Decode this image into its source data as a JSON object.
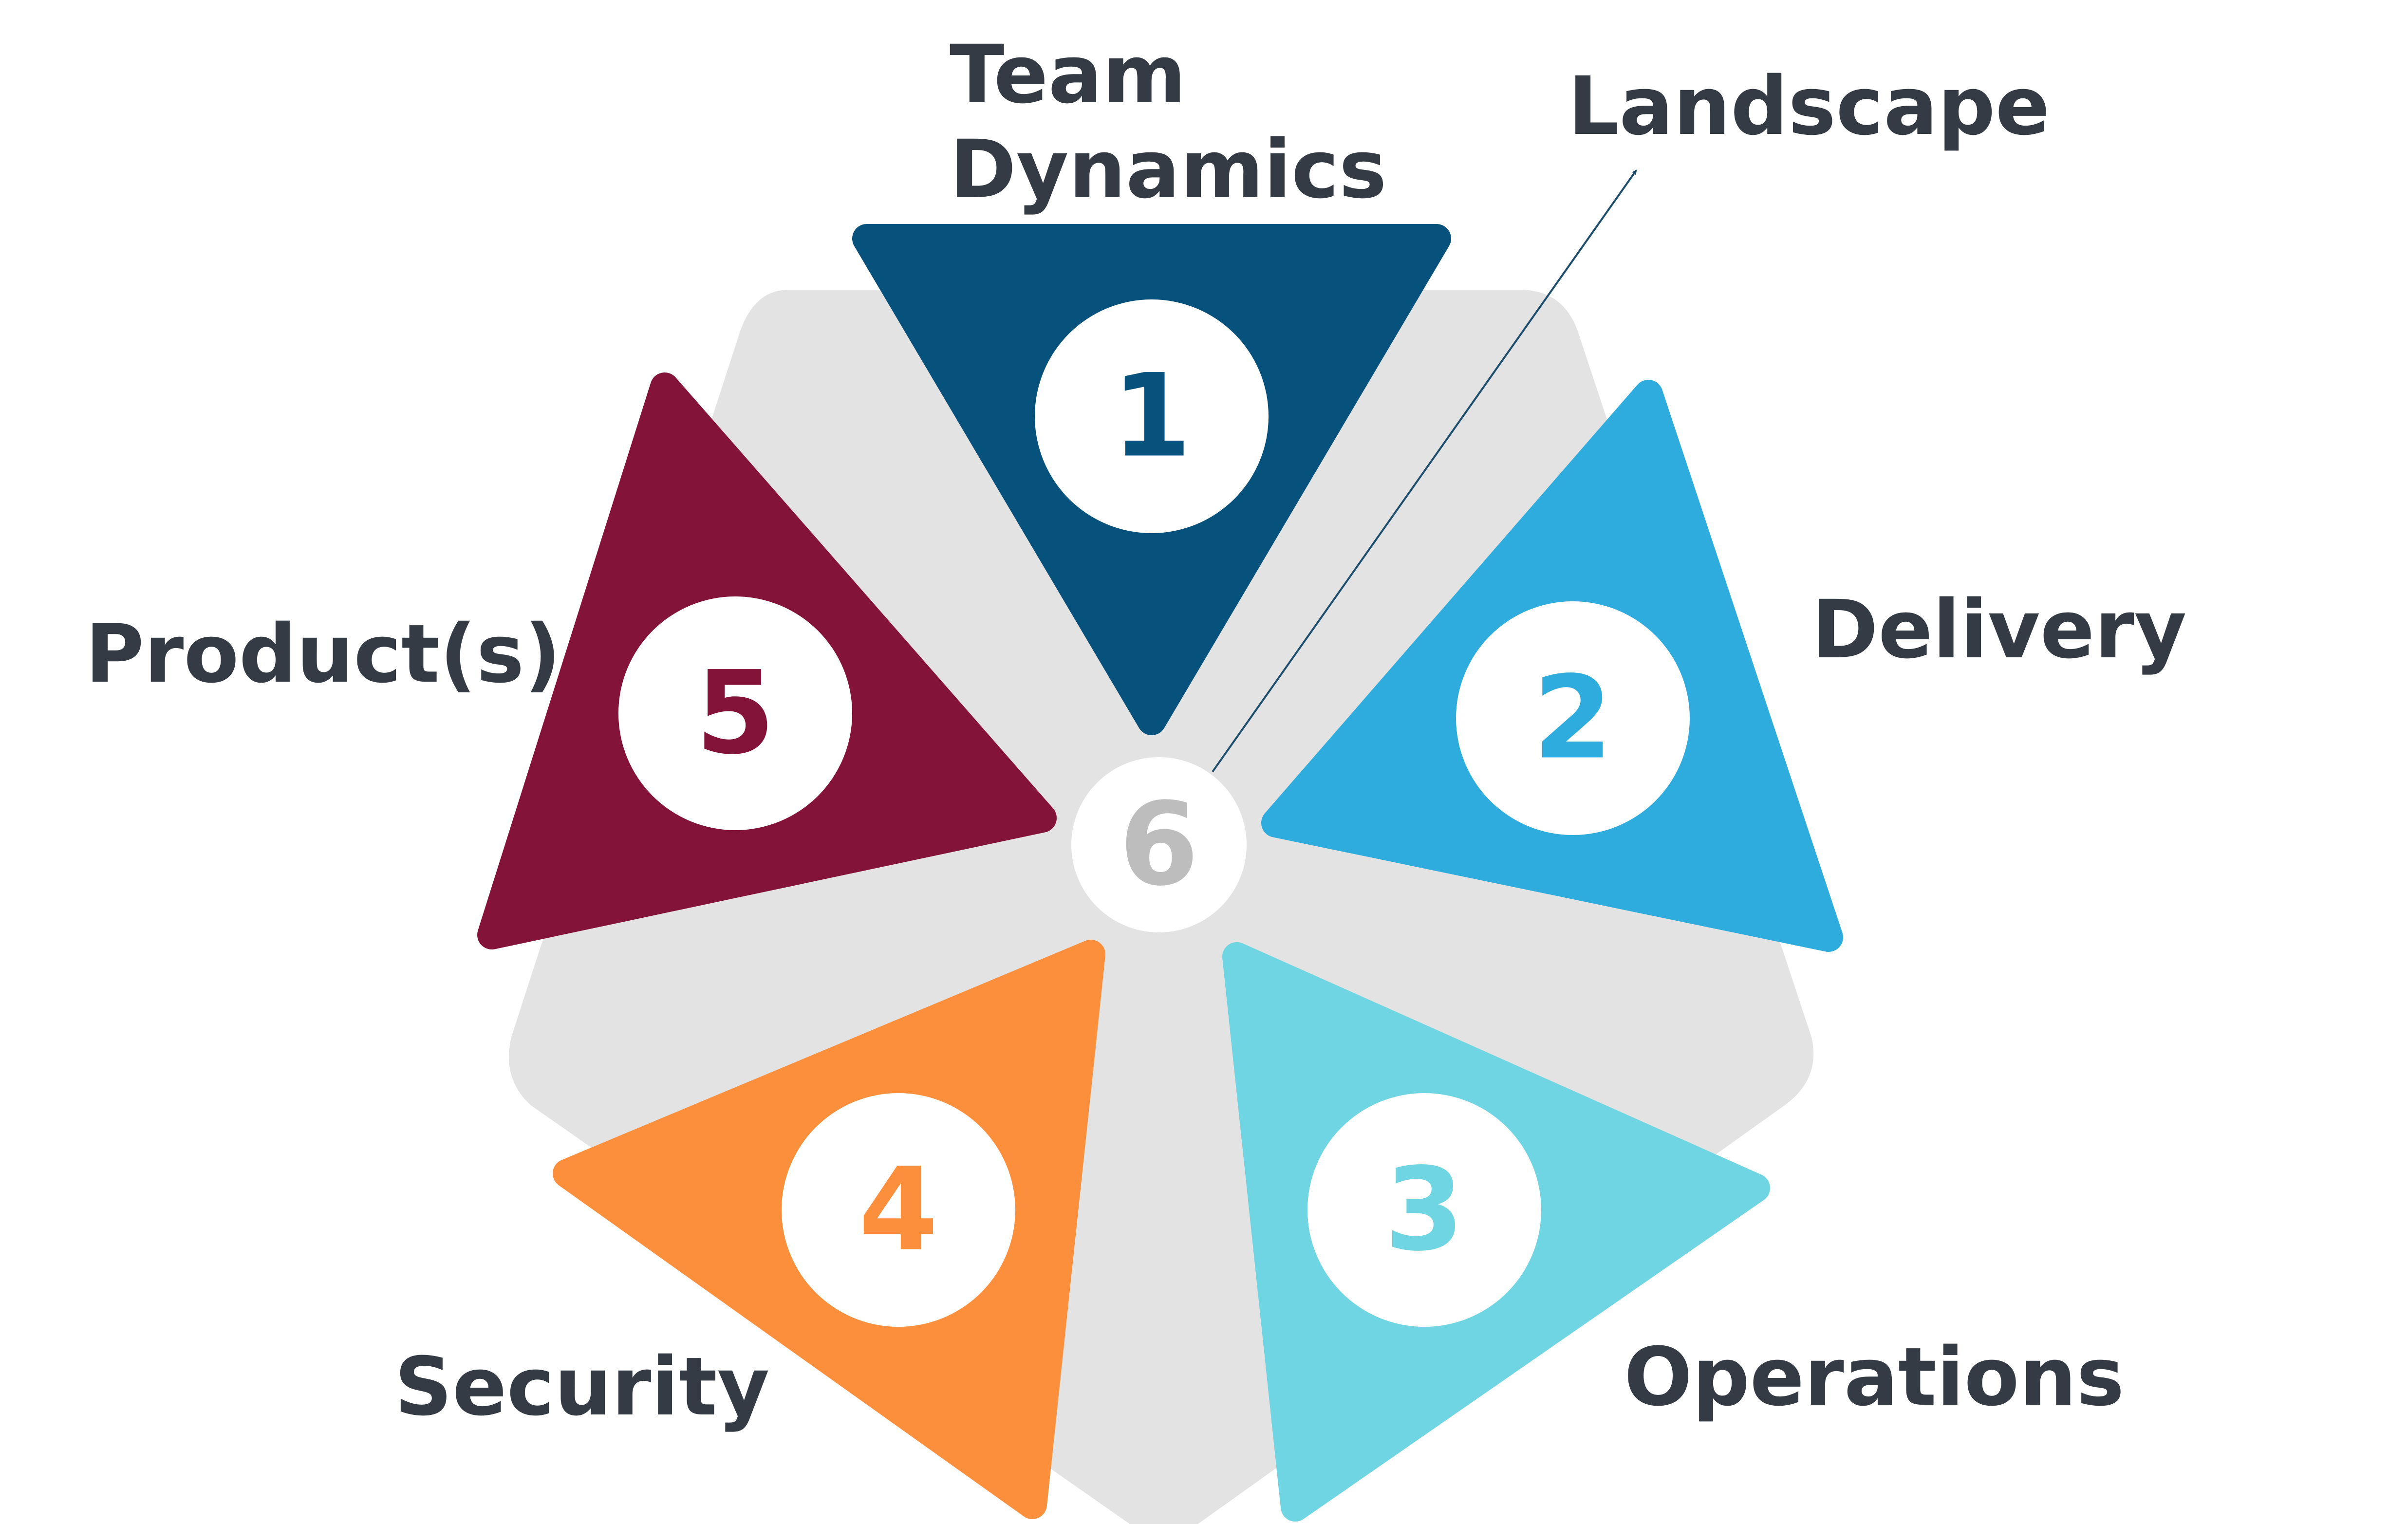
{
  "diagram": {
    "segments": [
      {
        "number": "1",
        "label_lines": [
          "Team",
          "Dynamics"
        ],
        "color": "#07527D"
      },
      {
        "number": "2",
        "label_lines": [
          "Delivery"
        ],
        "color": "#2DACDD"
      },
      {
        "number": "3",
        "label_lines": [
          "Operations"
        ],
        "color": "#6FD5E2"
      },
      {
        "number": "4",
        "label_lines": [
          "Security"
        ],
        "color": "#FB8F3C"
      },
      {
        "number": "5",
        "label_lines": [
          "Product(s)"
        ],
        "color": "#841339"
      }
    ],
    "center": {
      "number": "6",
      "label": "Landscape",
      "color": "#BDBDBD"
    },
    "background_color": "#E3E3E3",
    "label_color": "#343B45"
  }
}
